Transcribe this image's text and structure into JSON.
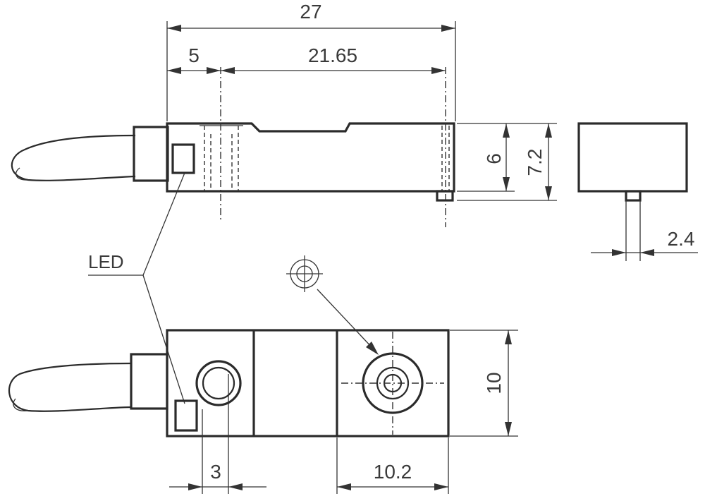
{
  "dimensions": {
    "overall_length": "27",
    "offset": "5",
    "hole_spacing": "21.65",
    "height_inner": "6",
    "height_outer": "7.2",
    "pin_width": "2.4",
    "width": "10",
    "led_hole_offset": "3",
    "mount_offset": "10.2"
  },
  "labels": {
    "led": "LED"
  },
  "icons": {
    "mounting_symbol": "target-crosshair-icon",
    "cable": "cable-icon"
  }
}
